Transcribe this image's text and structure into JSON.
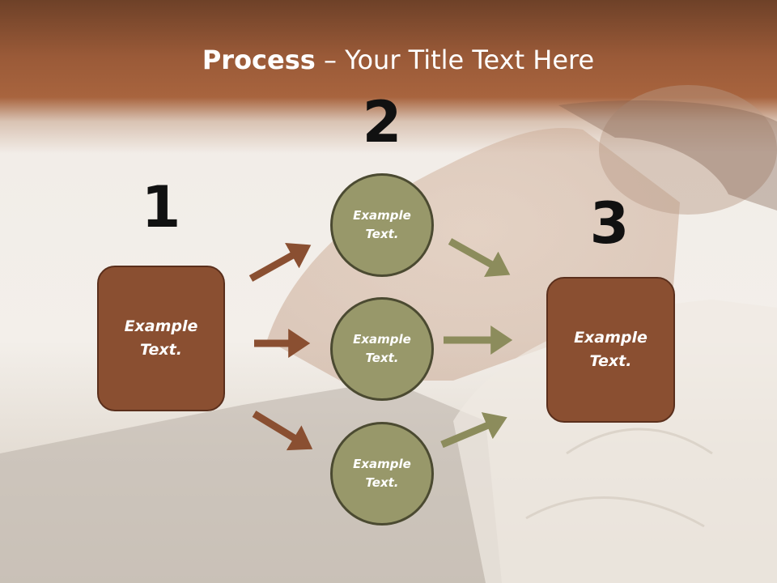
{
  "title": {
    "bold": "Process",
    "rest": " – Your Title Text Here"
  },
  "steps": [
    {
      "number": "1",
      "text": "Example Text."
    },
    {
      "number": "2",
      "items": [
        "Example Text.",
        "Example Text.",
        "Example Text."
      ]
    },
    {
      "number": "3",
      "text": "Example Text."
    }
  ],
  "colors": {
    "brown": "#8a4f31",
    "olive": "#98986a",
    "arrow_brown": "#8a4f31",
    "arrow_olive": "#8c8c5c"
  }
}
